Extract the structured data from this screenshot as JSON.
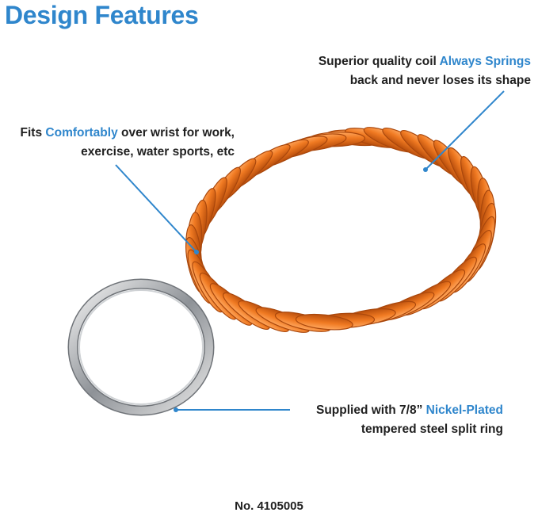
{
  "heading": "Design Features",
  "callouts": {
    "coil": {
      "line1_pre": "Superior quality coil ",
      "line1_hl": "Always Springs",
      "line2": "back and never loses its shape"
    },
    "wrist": {
      "line1_pre": "Fits ",
      "line1_hl": "Comfortably",
      "line1_post": " over wrist for work,",
      "line2": "exercise, water sports, etc"
    },
    "ring": {
      "line1_pre": "Supplied with 7/8” ",
      "line1_hl": "Nickel-Plated",
      "line2": "tempered steel split ring"
    }
  },
  "model_number": "No. 4105005",
  "colors": {
    "accent": "#2f86cc",
    "coil": "#f07a22",
    "text": "#1f1f1f"
  }
}
